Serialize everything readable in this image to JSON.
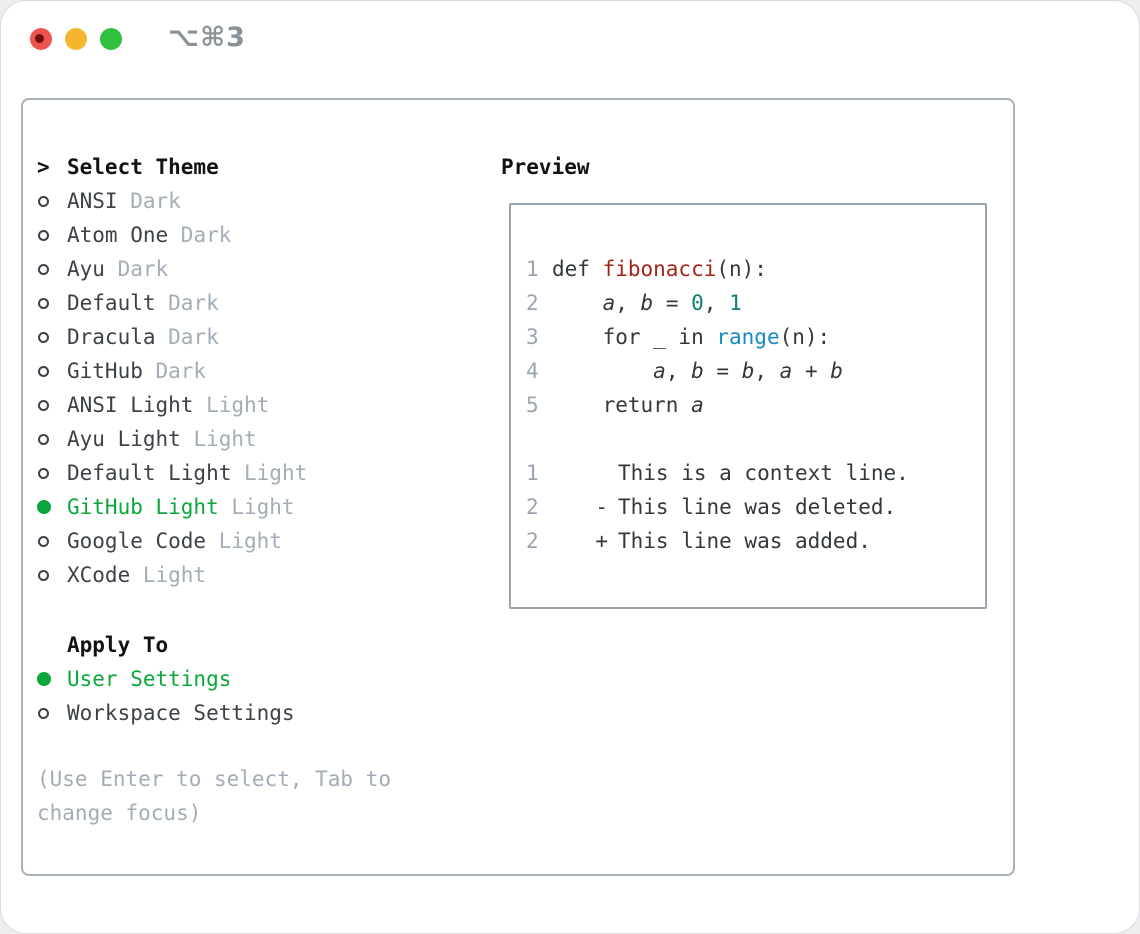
{
  "window": {
    "title": "⌥⌘3",
    "traffic_lights": [
      {
        "name": "close",
        "color_key": "traffic_red",
        "has_dot": true
      },
      {
        "name": "minimize",
        "color_key": "traffic_yellow",
        "has_dot": false
      },
      {
        "name": "zoom",
        "color_key": "traffic_green",
        "has_dot": false
      }
    ]
  },
  "select_theme": {
    "prompt": ">",
    "title": "Select Theme",
    "items": [
      {
        "label": "ANSI",
        "variant": "Dark",
        "selected": false
      },
      {
        "label": "Atom One",
        "variant": "Dark",
        "selected": false
      },
      {
        "label": "Ayu",
        "variant": "Dark",
        "selected": false
      },
      {
        "label": "Default",
        "variant": "Dark",
        "selected": false
      },
      {
        "label": "Dracula",
        "variant": "Dark",
        "selected": false
      },
      {
        "label": "GitHub",
        "variant": "Dark",
        "selected": false
      },
      {
        "label": "ANSI Light",
        "variant": "Light",
        "selected": false
      },
      {
        "label": "Ayu Light",
        "variant": "Light",
        "selected": false
      },
      {
        "label": "Default Light",
        "variant": "Light",
        "selected": false
      },
      {
        "label": "GitHub Light",
        "variant": "Light",
        "selected": true
      },
      {
        "label": "Google Code",
        "variant": "Light",
        "selected": false
      },
      {
        "label": "XCode",
        "variant": "Light",
        "selected": false
      }
    ]
  },
  "apply_to": {
    "title": "Apply To",
    "items": [
      {
        "label": "User Settings",
        "selected": true
      },
      {
        "label": "Workspace Settings",
        "selected": false
      }
    ]
  },
  "hint": {
    "line1": "(Use Enter to select, Tab to",
    "line2": "change focus)"
  },
  "preview": {
    "title": "Preview",
    "code_lines": [
      {
        "num": "1",
        "tokens": [
          {
            "text": "def ",
            "type": "plain"
          },
          {
            "text": "fibonacci",
            "type": "function"
          },
          {
            "text": "(n):",
            "type": "plain"
          }
        ]
      },
      {
        "num": "2",
        "tokens": [
          {
            "text": "    ",
            "type": "plain"
          },
          {
            "text": "a",
            "type": "variable"
          },
          {
            "text": ", ",
            "type": "plain"
          },
          {
            "text": "b",
            "type": "variable"
          },
          {
            "text": " = ",
            "type": "plain"
          },
          {
            "text": "0",
            "type": "number"
          },
          {
            "text": ", ",
            "type": "plain"
          },
          {
            "text": "1",
            "type": "number"
          }
        ]
      },
      {
        "num": "3",
        "tokens": [
          {
            "text": "    for _ in ",
            "type": "plain"
          },
          {
            "text": "range",
            "type": "builtin"
          },
          {
            "text": "(n):",
            "type": "plain"
          }
        ]
      },
      {
        "num": "4",
        "tokens": [
          {
            "text": "        ",
            "type": "plain"
          },
          {
            "text": "a",
            "type": "variable"
          },
          {
            "text": ", ",
            "type": "plain"
          },
          {
            "text": "b",
            "type": "variable"
          },
          {
            "text": " = ",
            "type": "plain"
          },
          {
            "text": "b",
            "type": "variable"
          },
          {
            "text": ", ",
            "type": "plain"
          },
          {
            "text": "a",
            "type": "variable"
          },
          {
            "text": " + ",
            "type": "plain"
          },
          {
            "text": "b",
            "type": "variable"
          }
        ]
      },
      {
        "num": "5",
        "tokens": [
          {
            "text": "    return ",
            "type": "plain"
          },
          {
            "text": "a",
            "type": "variable"
          }
        ]
      }
    ],
    "diff_lines": [
      {
        "num": "1",
        "marker": "",
        "text": "This is a context line.",
        "kind": "context"
      },
      {
        "num": "2",
        "marker": "-",
        "text": "This line was deleted.",
        "kind": "deleted"
      },
      {
        "num": "2",
        "marker": "+",
        "text": "This line was added.",
        "kind": "added"
      }
    ]
  },
  "colors": {
    "accent_green": "#0ca73c",
    "added_green": "#2bbd35",
    "deleted_red": "#c43a2b",
    "context_gray": "#8e98a2",
    "muted_gray": "#a3adb8",
    "line_number_gray": "#9aa5b1",
    "code_plain": "#33383d",
    "function_red": "#a8231a",
    "number_teal": "#0d7f74",
    "builtin_blue": "#168bc3",
    "item_text": "#3c4248",
    "heading_text": "#101214",
    "panel_border": "#a8b0ba",
    "preview_border": "#9aa4ae",
    "titlebar_gray": "#8a9199",
    "traffic_red": "#ef5350",
    "traffic_red_dot": "#70120b",
    "traffic_yellow": "#f5b52f",
    "traffic_green": "#31bf3f"
  }
}
